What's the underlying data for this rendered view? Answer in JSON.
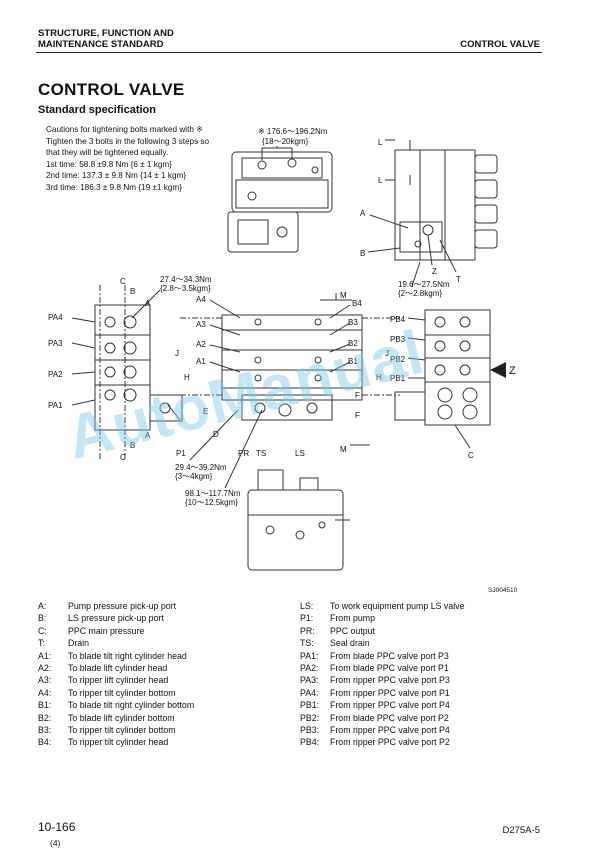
{
  "header": {
    "section_line1": "STRUCTURE, FUNCTION AND",
    "section_line2": "MAINTENANCE STANDARD",
    "chapter": "CONTROL VALVE"
  },
  "title": "CONTROL VALVE",
  "subtitle": "Standard specification",
  "caution": {
    "line1": "Cautions for tightening bolts marked with ※",
    "line2": "Tighten the 3 bolts in the following 3 steps so",
    "line3": "that they will be tightened equally.",
    "step1": "1st time: 58.8 ±9.8 Nm {6 ± 1 kgm}",
    "step2": "2nd time: 137.3 ± 9.8 Nm {14 ± 1 kgm}",
    "step3": "3rd time: 186.3 ± 9.8 Nm {19 ±1 kgm}"
  },
  "diagram": {
    "torque_star": "※ 176.6～196.2Nm",
    "torque_star_kgm": "{18～20kgm}",
    "torque_a": "27.4～34.3Nm",
    "torque_a_kgm": "{2.8～3.5kgm}",
    "torque_b": "19.6～27.5Nm",
    "torque_b_kgm": "{2～2.8kgm}",
    "torque_c": "29.4～39.2Nm",
    "torque_c_kgm": "{3～4kgm}",
    "torque_d": "98.1～117.7Nm",
    "torque_d_kgm": "{10～12.5kgm}",
    "code": "SJ004510",
    "labels": {
      "L": "L",
      "A": "A",
      "B": "B",
      "C": "C",
      "D": "D",
      "E": "E",
      "F": "F",
      "H": "H",
      "J": "J",
      "M": "M",
      "T": "T",
      "Z": "Z",
      "PA1": "PA1",
      "PA2": "PA2",
      "PA3": "PA3",
      "PA4": "PA4",
      "PB1": "PB1",
      "PB2": "PB2",
      "PB3": "PB3",
      "PB4": "PB4",
      "A1": "A1",
      "A2": "A2",
      "A3": "A3",
      "A4": "A4",
      "B1": "B1",
      "B2": "B2",
      "B3": "B3",
      "B4": "B4",
      "P1": "P1",
      "PR": "PR",
      "TS": "TS",
      "LS": "LS"
    }
  },
  "watermark": "AutoManual",
  "legend_left": [
    {
      "key": "A:",
      "text": "Pump pressure pick-up port"
    },
    {
      "key": "B:",
      "text": "LS pressure pick-up port"
    },
    {
      "key": "C:",
      "text": "PPC main pressure"
    },
    {
      "key": "T:",
      "text": "Drain"
    },
    {
      "key": "A1:",
      "text": "To blade tilt right cylinder head"
    },
    {
      "key": "A2:",
      "text": "To blade lift cylinder head"
    },
    {
      "key": "A3:",
      "text": "To ripper lift cylinder head"
    },
    {
      "key": "A4:",
      "text": "To ripper tilt cylinder bottom"
    },
    {
      "key": "B1:",
      "text": "To blade tilt right cylinder bottom"
    },
    {
      "key": "B2:",
      "text": "To blade lift cylinder bottom"
    },
    {
      "key": "B3:",
      "text": "To ripper tilt cylinder bottom"
    },
    {
      "key": "B4:",
      "text": "To ripper tilt cylinder head"
    }
  ],
  "legend_right": [
    {
      "key": "LS:",
      "text": "To work equipment pump LS valve"
    },
    {
      "key": "P1:",
      "text": "From pump"
    },
    {
      "key": "PR:",
      "text": "PPC output"
    },
    {
      "key": "TS:",
      "text": "Seal drain"
    },
    {
      "key": "PA1:",
      "text": "From blade PPC valve port P3"
    },
    {
      "key": "PA2:",
      "text": "From blade PPC valve port P1"
    },
    {
      "key": "PA3:",
      "text": "From ripper PPC valve port P3"
    },
    {
      "key": "PA4:",
      "text": "From ripper PPC valve port P1"
    },
    {
      "key": "PB1:",
      "text": "From ripper PPC valve port P4"
    },
    {
      "key": "PB2:",
      "text": "From blade PPC valve port P2"
    },
    {
      "key": "PB3:",
      "text": "From ripper PPC valve port P4"
    },
    {
      "key": "PB4:",
      "text": "From ripper PPC valve port P2"
    }
  ],
  "footer": {
    "page_number": "10-166",
    "page_sub": "(4)",
    "model": "D275A-5"
  }
}
